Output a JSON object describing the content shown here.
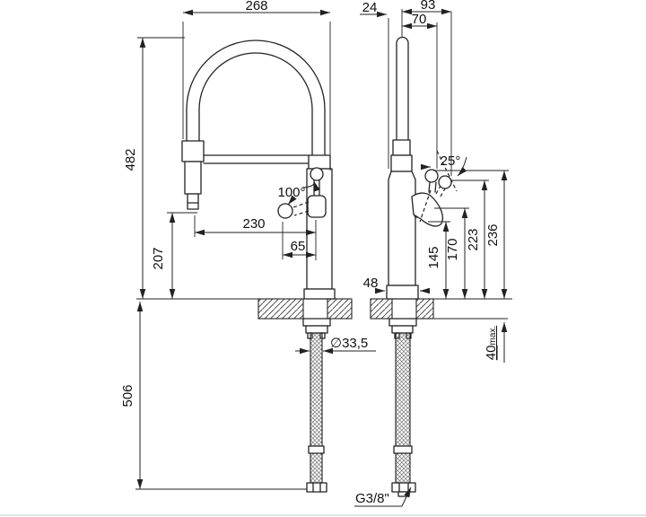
{
  "drawing": {
    "labels": {
      "overall_width": "268",
      "height_overall": "482",
      "spray_head_height": "207",
      "spout_reach": "230",
      "handle_offset": "65",
      "spray_rotation_angle": "100°",
      "hose_length": "506",
      "hole_diameter": "∅33,5",
      "body_front_offset": "24",
      "depth_overall": "93",
      "depth_to_lever": "70",
      "lever_tilt_angle": "25°",
      "height_spout_outlet": "145",
      "height_body": "170",
      "height_lever": "223",
      "height_lever_max": "236",
      "base_depth": "48",
      "counter_max_thickness": "40",
      "counter_max_suffix": "max.",
      "connection_thread": "G3/8\""
    }
  }
}
